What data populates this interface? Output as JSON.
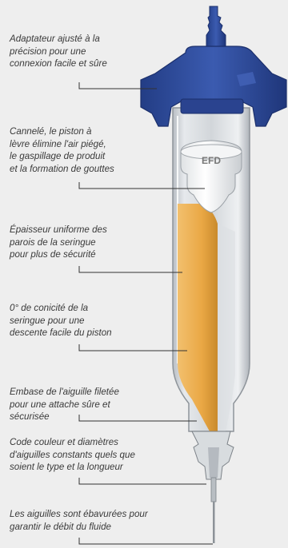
{
  "labels": [
    {
      "id": "adapter",
      "lines": [
        "Adaptateur ajusté à la",
        "précision pour une",
        "connexion facile et sûre"
      ]
    },
    {
      "id": "piston",
      "lines": [
        "Cannelé, le piston à",
        "lèvre élimine l'air piégé,",
        "le gaspillage de produit",
        "et la formation de gouttes"
      ]
    },
    {
      "id": "wall",
      "lines": [
        "Épaisseur uniforme des",
        "parois de la seringue",
        "pour plus de sécurité"
      ]
    },
    {
      "id": "taper",
      "lines": [
        "0° de conicité de la",
        "seringue pour une",
        "descente facile du piston"
      ]
    },
    {
      "id": "thread",
      "lines": [
        "Embase de l'aiguille filetée",
        "pour une attache sûre et",
        "sécurisée"
      ]
    },
    {
      "id": "color",
      "lines": [
        "Code couleur et diamètres",
        "d'aiguilles constants quels que",
        "soient le type et la longueur"
      ]
    },
    {
      "id": "burr",
      "lines": [
        "Les aiguilles sont ébavurées pour",
        "garantir le débit du fluide"
      ]
    }
  ],
  "piston_marking": "EFD",
  "colors": {
    "adapter_blue": "#2d4a9a",
    "fluid_orange": "#e8a746",
    "barrel_grey": "#cfd3d7",
    "leader_line": "#333333"
  }
}
